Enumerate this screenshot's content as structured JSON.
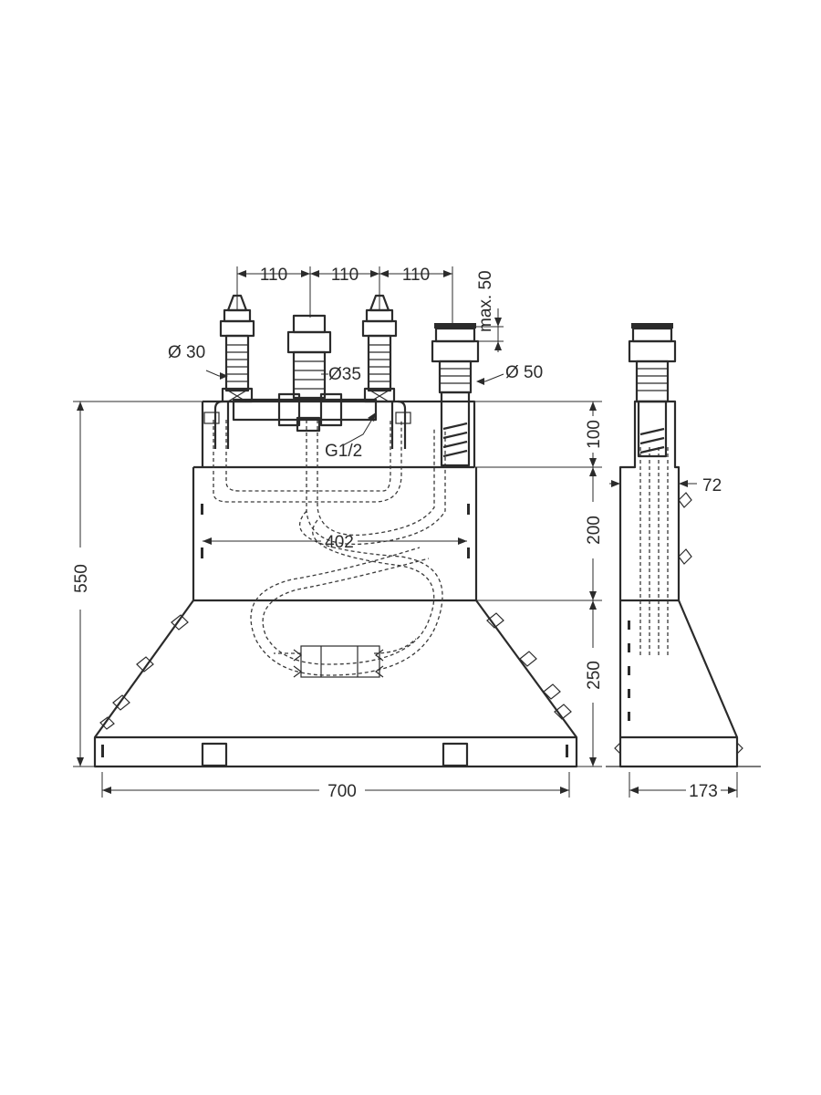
{
  "dimensions": {
    "pitch_1": "110",
    "pitch_2": "110",
    "pitch_3": "110",
    "max_rise": "max. 50",
    "dia_valve": "Ø 30",
    "dia_body": "Ø35",
    "dia_spout": "Ø 50",
    "thread": "G1/2",
    "inner_width": "402",
    "total_width": "700",
    "total_height": "550",
    "upper_height": "100",
    "middle_height": "200",
    "lower_height": "250",
    "side_wall": "72",
    "side_depth": "173"
  }
}
